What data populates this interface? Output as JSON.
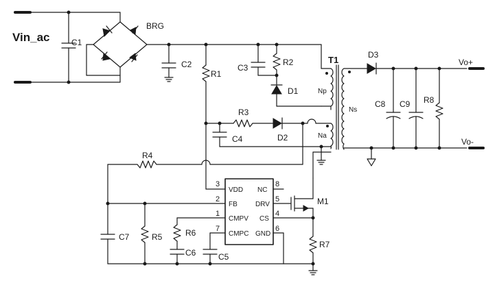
{
  "input": {
    "label": "Vin_ac"
  },
  "output": {
    "pos": "Vo+",
    "neg": "Vo-"
  },
  "components": {
    "C1": "C1",
    "BRG": "BRG",
    "C2": "C2",
    "R1": "R1",
    "C3": "C3",
    "R2": "R2",
    "D1": "D1",
    "R3": "R3",
    "D2": "D2",
    "C4": "C4",
    "T1": "T1",
    "Np": "Np",
    "Ns": "Ns",
    "Na": "Na",
    "D3": "D3",
    "C8": "C8",
    "C9": "C9",
    "R8": "R8",
    "R4": "R4",
    "C7": "C7",
    "R5": "R5",
    "R6": "R6",
    "C6": "C6",
    "C5": "C5",
    "M1": "M1",
    "R7": "R7"
  },
  "ic": {
    "pins": [
      {
        "num": "3",
        "name": "VDD"
      },
      {
        "num": "2",
        "name": "FB"
      },
      {
        "num": "1",
        "name": "CMPV"
      },
      {
        "num": "7",
        "name": "CMPC"
      },
      {
        "num": "8",
        "name": "NC"
      },
      {
        "num": "5",
        "name": "DRV"
      },
      {
        "num": "4",
        "name": "CS"
      },
      {
        "num": "6",
        "name": "GND"
      }
    ]
  }
}
